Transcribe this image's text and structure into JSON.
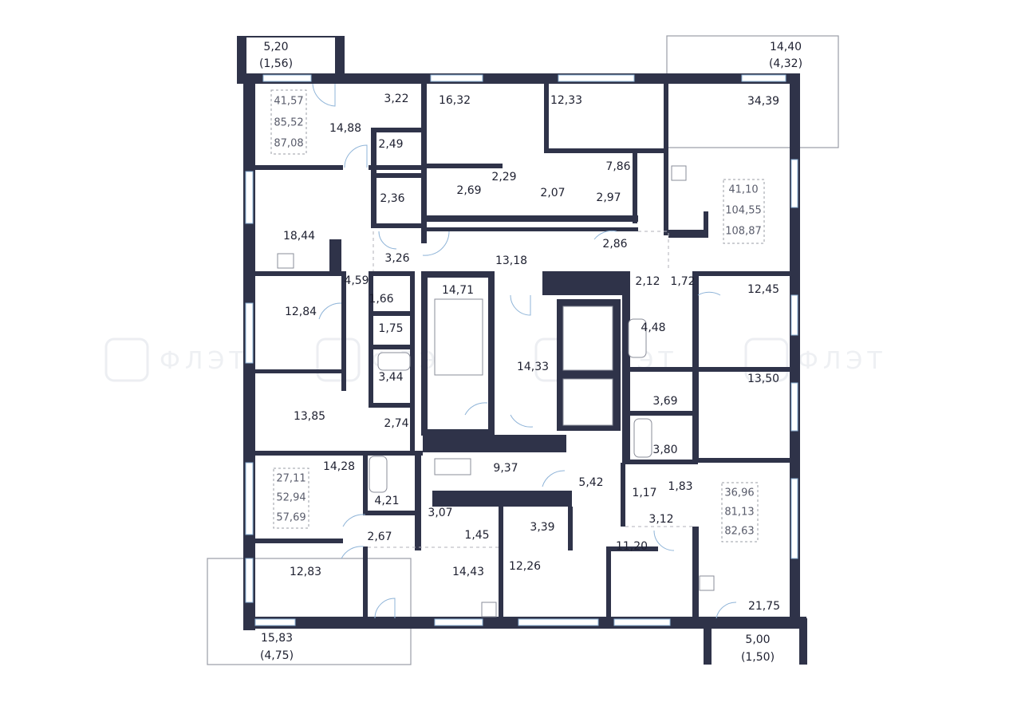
{
  "watermark": "ФЛЭТ",
  "colors": {
    "walls": "#2f3349",
    "windows": "#8fb4d8"
  },
  "balconies": [
    {
      "area": "5,20",
      "reduced": "(1,56)"
    },
    {
      "area": "14,40",
      "reduced": "(4,32)"
    },
    {
      "area": "15,83",
      "reduced": "(4,75)"
    },
    {
      "area": "5,00",
      "reduced": "(1,50)"
    }
  ],
  "apartments": [
    {
      "living": "41,57",
      "total": "85,52",
      "total_with_balcony": "87,08"
    },
    {
      "living": "41,10",
      "total": "104,55",
      "total_with_balcony": "108,87"
    },
    {
      "living": "27,11",
      "total": "52,94",
      "total_with_balcony": "57,69"
    },
    {
      "living": "36,96",
      "total": "81,13",
      "total_with_balcony": "82,63"
    }
  ],
  "rooms": [
    "14,88",
    "3,22",
    "2,49",
    "16,32",
    "12,33",
    "34,39",
    "7,86",
    "2,29",
    "2,69",
    "2,07",
    "2,97",
    "2,36",
    "18,44",
    "3,26",
    "13,18",
    "2,86",
    "4,59",
    "14,71",
    "2,12",
    "1,72",
    "12,45",
    "1,66",
    "12,84",
    "1,75",
    "4,48",
    "14,33",
    "3,44",
    "13,50",
    "3,69",
    "13,85",
    "2,74",
    "3,80",
    "14,28",
    "9,37",
    "5,42",
    "4,21",
    "1,83",
    "1,17",
    "3,07",
    "3,39",
    "3,12",
    "2,67",
    "1,45",
    "11,20",
    "12,83",
    "14,43",
    "12,26",
    "21,75"
  ]
}
